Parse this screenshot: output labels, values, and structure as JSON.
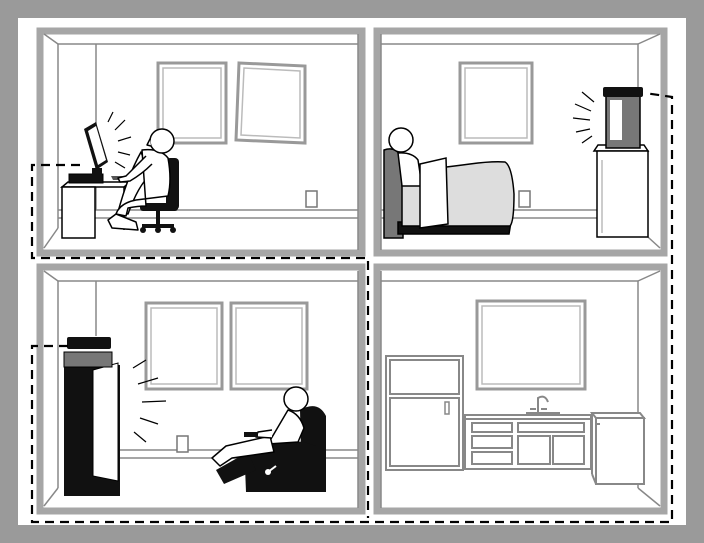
{
  "diagram": {
    "rooms": [
      {
        "id": "office",
        "contents": [
          "person-at-desk",
          "computer-monitor",
          "desktop-computer",
          "office-chair",
          "desk",
          "wall-outlet",
          "windows"
        ]
      },
      {
        "id": "bedroom",
        "contents": [
          "person-in-bed",
          "bed",
          "night-stand",
          "settop-box",
          "monitor-display",
          "window",
          "wall-outlet"
        ]
      },
      {
        "id": "living-room",
        "contents": [
          "person-in-recliner",
          "recliner",
          "remote-control",
          "television-cabinet",
          "settop-box",
          "windows",
          "wall-outlet"
        ]
      },
      {
        "id": "kitchen",
        "contents": [
          "refrigerator",
          "kitchen-counter",
          "sink-faucet",
          "stove",
          "window"
        ]
      }
    ],
    "connection": {
      "style": "dashed",
      "links": [
        "office-computer",
        "bedroom-box",
        "living-room-box"
      ]
    },
    "colors": {
      "frame": "#9a9a9a",
      "wall": "#a6a6a6",
      "line": "#000000",
      "fill_light": "#d9d9d9",
      "fill_mid": "#777777",
      "fill_dark": "#111111",
      "background": "#ffffff"
    }
  }
}
